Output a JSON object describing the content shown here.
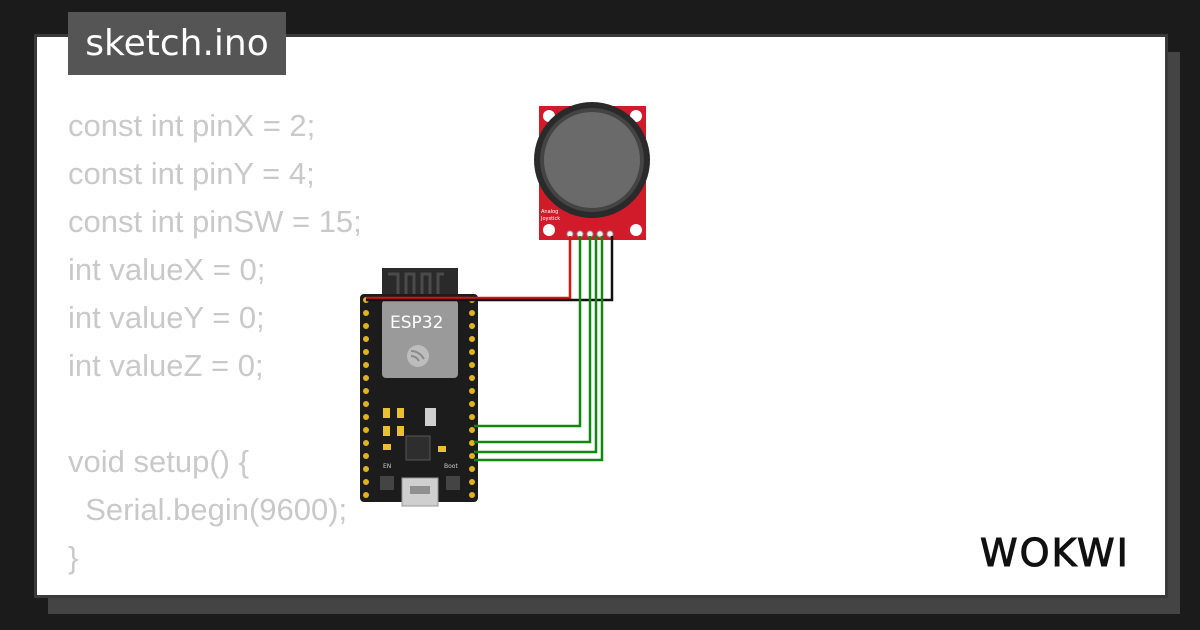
{
  "file_tab": {
    "label": "sketch.ino"
  },
  "code": {
    "lines": [
      "const int pinX = 2;",
      "const int pinY = 4;",
      "const int pinSW = 15;",
      "int valueX = 0;",
      "int valueY = 0;",
      "int valueZ = 0;",
      "",
      "void setup() {",
      "  Serial.begin(9600);",
      "}"
    ]
  },
  "circuit": {
    "esp32": {
      "label": "ESP32",
      "en_label": "EN",
      "boot_label": "Boot"
    },
    "joystick": {
      "label_line1": "Analog",
      "label_line2": "Joystick"
    }
  },
  "brand": {
    "logo_text": "WOKWI"
  },
  "colors": {
    "background": "#1b1b1b",
    "card": "#ffffff",
    "code_text": "#c9c9c9",
    "tab_bg": "#555555",
    "joystick_board": "#d11a2a",
    "wire_power": "#e01010",
    "wire_ground": "#111111",
    "wire_signal": "#108810"
  }
}
